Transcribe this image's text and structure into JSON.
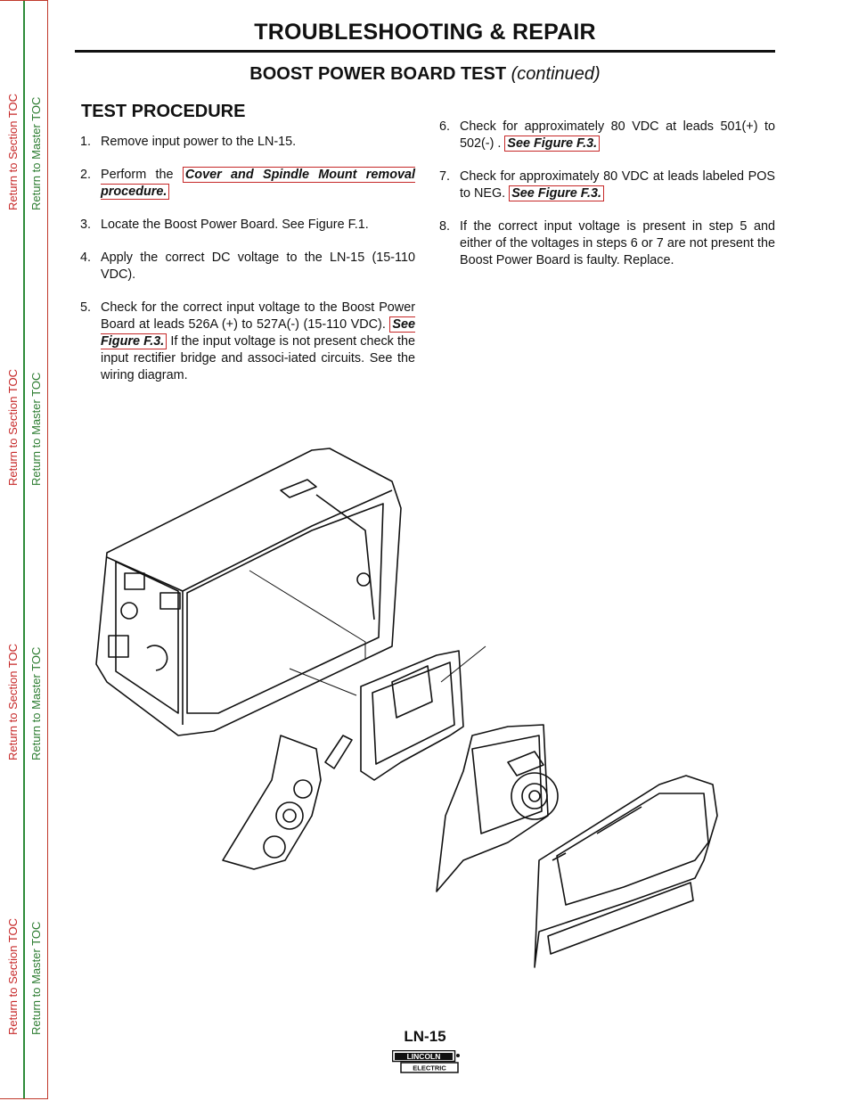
{
  "nav": {
    "section_toc": "Return to Section TOC",
    "master_toc": "Return to Master TOC"
  },
  "header": {
    "title": "TROUBLESHOOTING & REPAIR",
    "subtitle_main": "BOOST POWER BOARD TEST",
    "subtitle_continued": "(continued)"
  },
  "section_heading": "TEST PROCEDURE",
  "steps": {
    "s1": {
      "num": "1.",
      "text": "Remove input power to the LN-15."
    },
    "s2": {
      "num": "2.",
      "pre": "Perform the",
      "link": "Cover and Spindle Mount removal procedure."
    },
    "s3": {
      "num": "3.",
      "text": "Locate the Boost Power Board.  See Figure F.1."
    },
    "s4": {
      "num": "4.",
      "text": "Apply the correct DC voltage to the LN-15 (15-110 VDC)."
    },
    "s5": {
      "num": "5.",
      "pre": "Check for the correct input voltage to the Boost Power Board at leads 526A (+) to 527A(-) (15-110 VDC).",
      "link": "See Figure F.3.",
      "post": "If the input voltage is not present check the input rectifier bridge and associ-iated circuits.  See the wiring diagram."
    },
    "s6": {
      "num": "6.",
      "pre": "Check for approximately 80 VDC at leads 501(+) to 502(-) .",
      "link": "See Figure F.3."
    },
    "s7": {
      "num": "7.",
      "pre": "Check for approximately 80 VDC at leads labeled POS to NEG.",
      "link": "See Figure F.3."
    },
    "s8": {
      "num": "8.",
      "text": "If the correct input voltage is present in step 5 and either of the voltages in steps 6 or 7 are not present the Boost Power Board is faulty.  Replace."
    }
  },
  "footer": {
    "model": "LN-15",
    "logo_top": "LINCOLN",
    "logo_bottom": "ELECTRIC"
  }
}
